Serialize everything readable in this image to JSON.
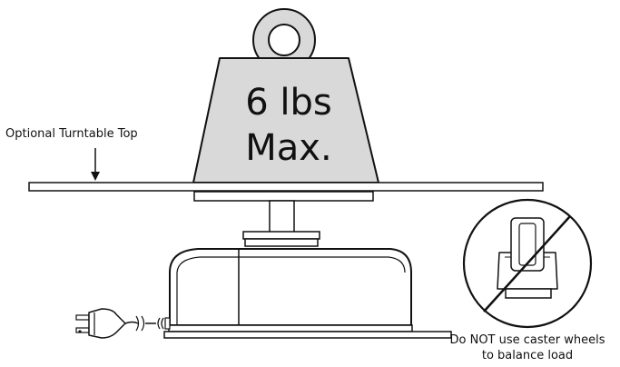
{
  "weight": {
    "line1": "6 lbs",
    "line2": "Max."
  },
  "labels": {
    "turntable_top": "Optional Turntable Top",
    "caster_warning_line1": "Do NOT use caster wheels",
    "caster_warning_line2": "to balance load"
  },
  "colors": {
    "weight_fill": "#d9d9d9",
    "stroke": "#111111",
    "background": "#ffffff"
  }
}
